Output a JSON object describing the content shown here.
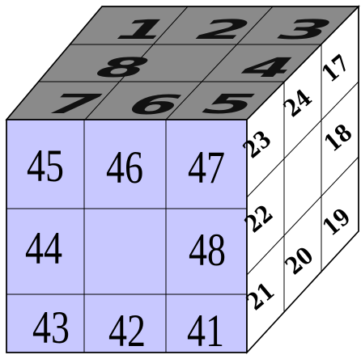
{
  "cube": {
    "colors": {
      "top": "#8a8a8a",
      "front": "#c8c8ff",
      "right": "#ffffff",
      "lines": "#000000"
    },
    "top_face": {
      "row1": [
        "1",
        "2",
        "3"
      ],
      "row2": [
        "8",
        "",
        "4"
      ],
      "row3": [
        "7",
        "6",
        "5"
      ]
    },
    "front_face": {
      "row1": [
        "45",
        "46",
        "47"
      ],
      "row2": [
        "44",
        "",
        "48"
      ],
      "row3": [
        "43",
        "42",
        "41"
      ]
    },
    "right_face": {
      "row1": [
        "23",
        "24",
        "17"
      ],
      "row2": [
        "22",
        "",
        "18"
      ],
      "row3": [
        "21",
        "20",
        "19"
      ]
    }
  }
}
